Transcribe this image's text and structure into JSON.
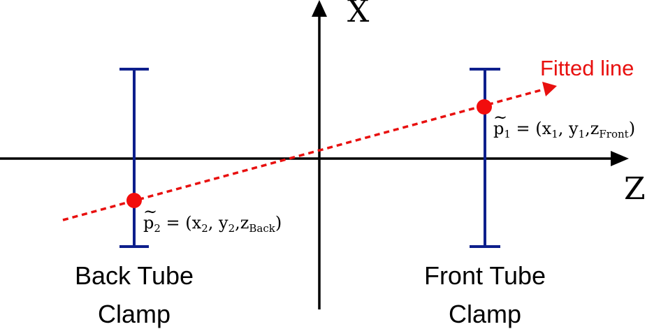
{
  "axes": {
    "vertical_label": "X",
    "horizontal_label": "Z"
  },
  "fitted_line": {
    "label": "Fitted line"
  },
  "point_front": {
    "p": "p",
    "tilde": "~",
    "index": "1",
    "eq": " = (x",
    "x_sub": "1",
    "mid": ", y",
    "y_sub": "1",
    "z": ",z",
    "z_sub": "Front",
    "close": ")"
  },
  "point_back": {
    "p": "p",
    "tilde": "~",
    "index": "2",
    "eq": " = (x",
    "x_sub": "2",
    "mid": ", y",
    "y_sub": "2",
    "z": ",z",
    "z_sub": "Back",
    "close": ")"
  },
  "back_clamp": {
    "line1": "Back Tube",
    "line2": "Clamp"
  },
  "front_clamp": {
    "line1": "Front Tube",
    "line2": "Clamp"
  },
  "colors": {
    "axis": "#000000",
    "clamp": "#0d1f8c",
    "fit": "#e8100f",
    "point": "#f20d0d"
  }
}
